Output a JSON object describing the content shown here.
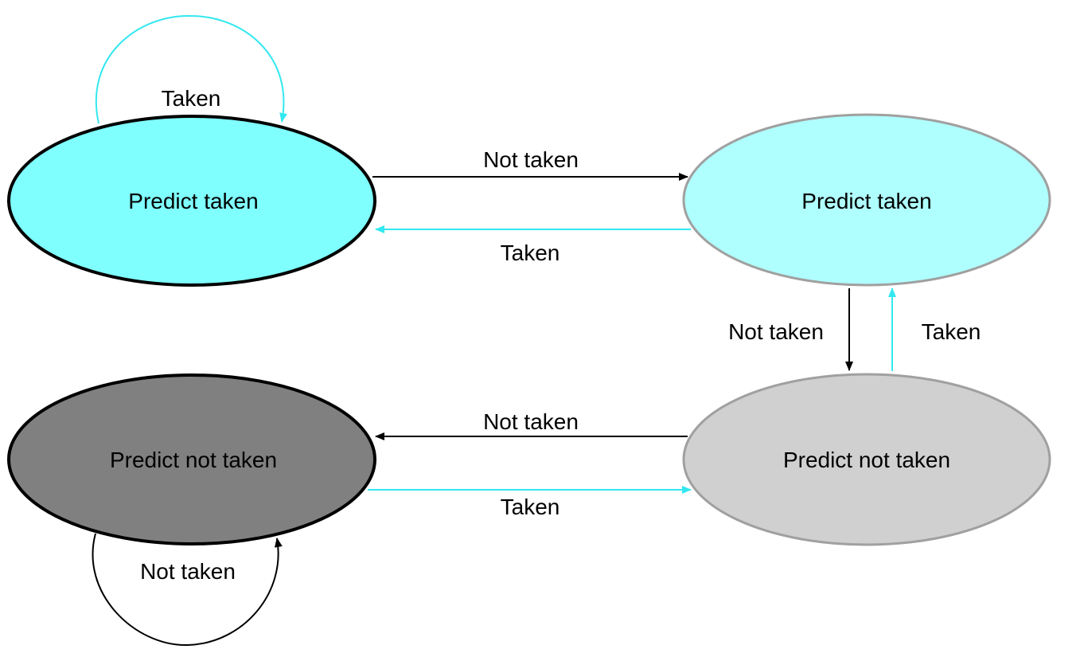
{
  "states": {
    "strong_taken": {
      "label": "Predict taken",
      "fill": "#80FFFF",
      "stroke": "#000000"
    },
    "weak_taken": {
      "label": "Predict taken",
      "fill": "#B0FFFF",
      "stroke": "#A0A0A0"
    },
    "weak_not_taken": {
      "label": "Predict not taken",
      "fill": "#D0D0D0",
      "stroke": "#A0A0A0"
    },
    "strong_not_taken": {
      "label": "Predict not taken",
      "fill": "#808080",
      "stroke": "#000000"
    }
  },
  "edges": {
    "strong_taken_self": {
      "label": "Taken",
      "color": "#33E8F0"
    },
    "strong_taken_to_weak_taken": {
      "label": "Not taken",
      "color": "#000000"
    },
    "weak_taken_to_strong_taken": {
      "label": "Taken",
      "color": "#33E8F0"
    },
    "weak_taken_to_weak_not_taken": {
      "label": "Not taken",
      "color": "#000000"
    },
    "weak_not_taken_to_weak_taken": {
      "label": "Taken",
      "color": "#33E8F0"
    },
    "weak_not_taken_to_strong_not_taken": {
      "label": "Not taken",
      "color": "#000000"
    },
    "strong_not_taken_to_weak_not_taken": {
      "label": "Taken",
      "color": "#33E8F0"
    },
    "strong_not_taken_self": {
      "label": "Not taken",
      "color": "#000000"
    }
  }
}
